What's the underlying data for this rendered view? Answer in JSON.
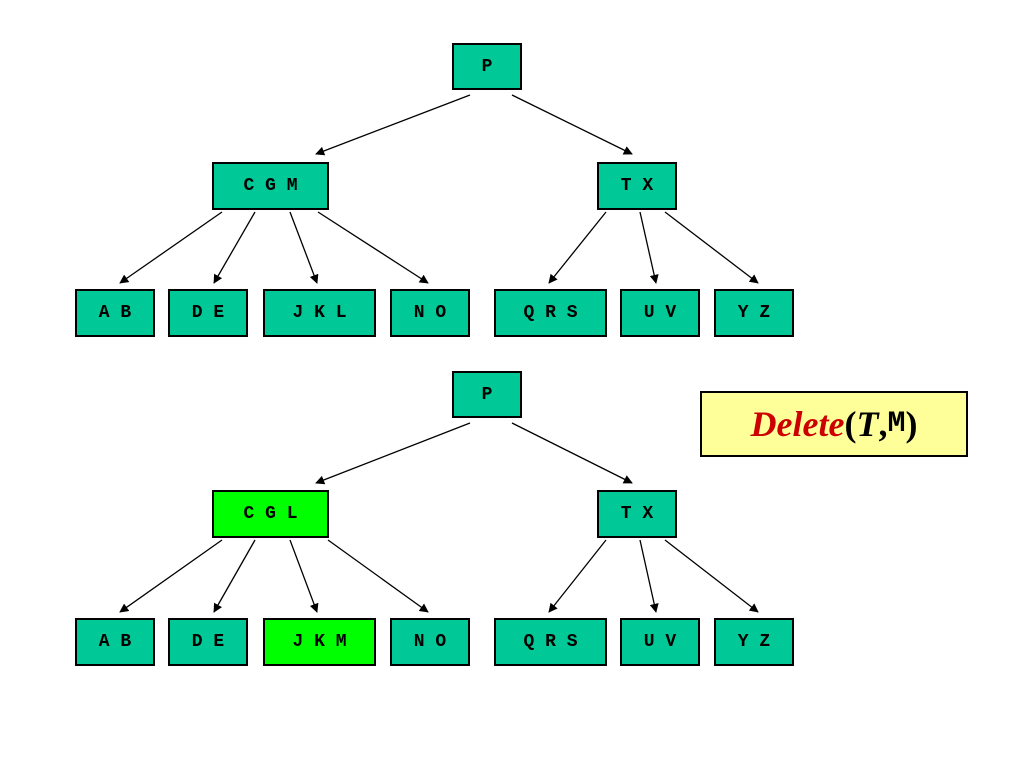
{
  "colors": {
    "node_fill": "#00c896",
    "highlight_fill": "#00ff00",
    "caption_fill": "#ffff99",
    "function_color": "#cc0000"
  },
  "caption": {
    "function": "Delete",
    "open_paren": "(",
    "tree_arg": "T",
    "separator": " ,",
    "key_arg": "M",
    "close_paren": ")"
  },
  "tree_before": {
    "root": "P",
    "internal": [
      "C G M",
      "T X"
    ],
    "leaves": [
      "A B",
      "D E",
      "J K L",
      "N O",
      "Q R S",
      "U V",
      "Y Z"
    ]
  },
  "tree_after": {
    "root": "P",
    "internal": [
      "C G L",
      "T X"
    ],
    "leaves": [
      "A B",
      "D E",
      "J K M",
      "N O",
      "Q R S",
      "U V",
      "Y Z"
    ]
  }
}
